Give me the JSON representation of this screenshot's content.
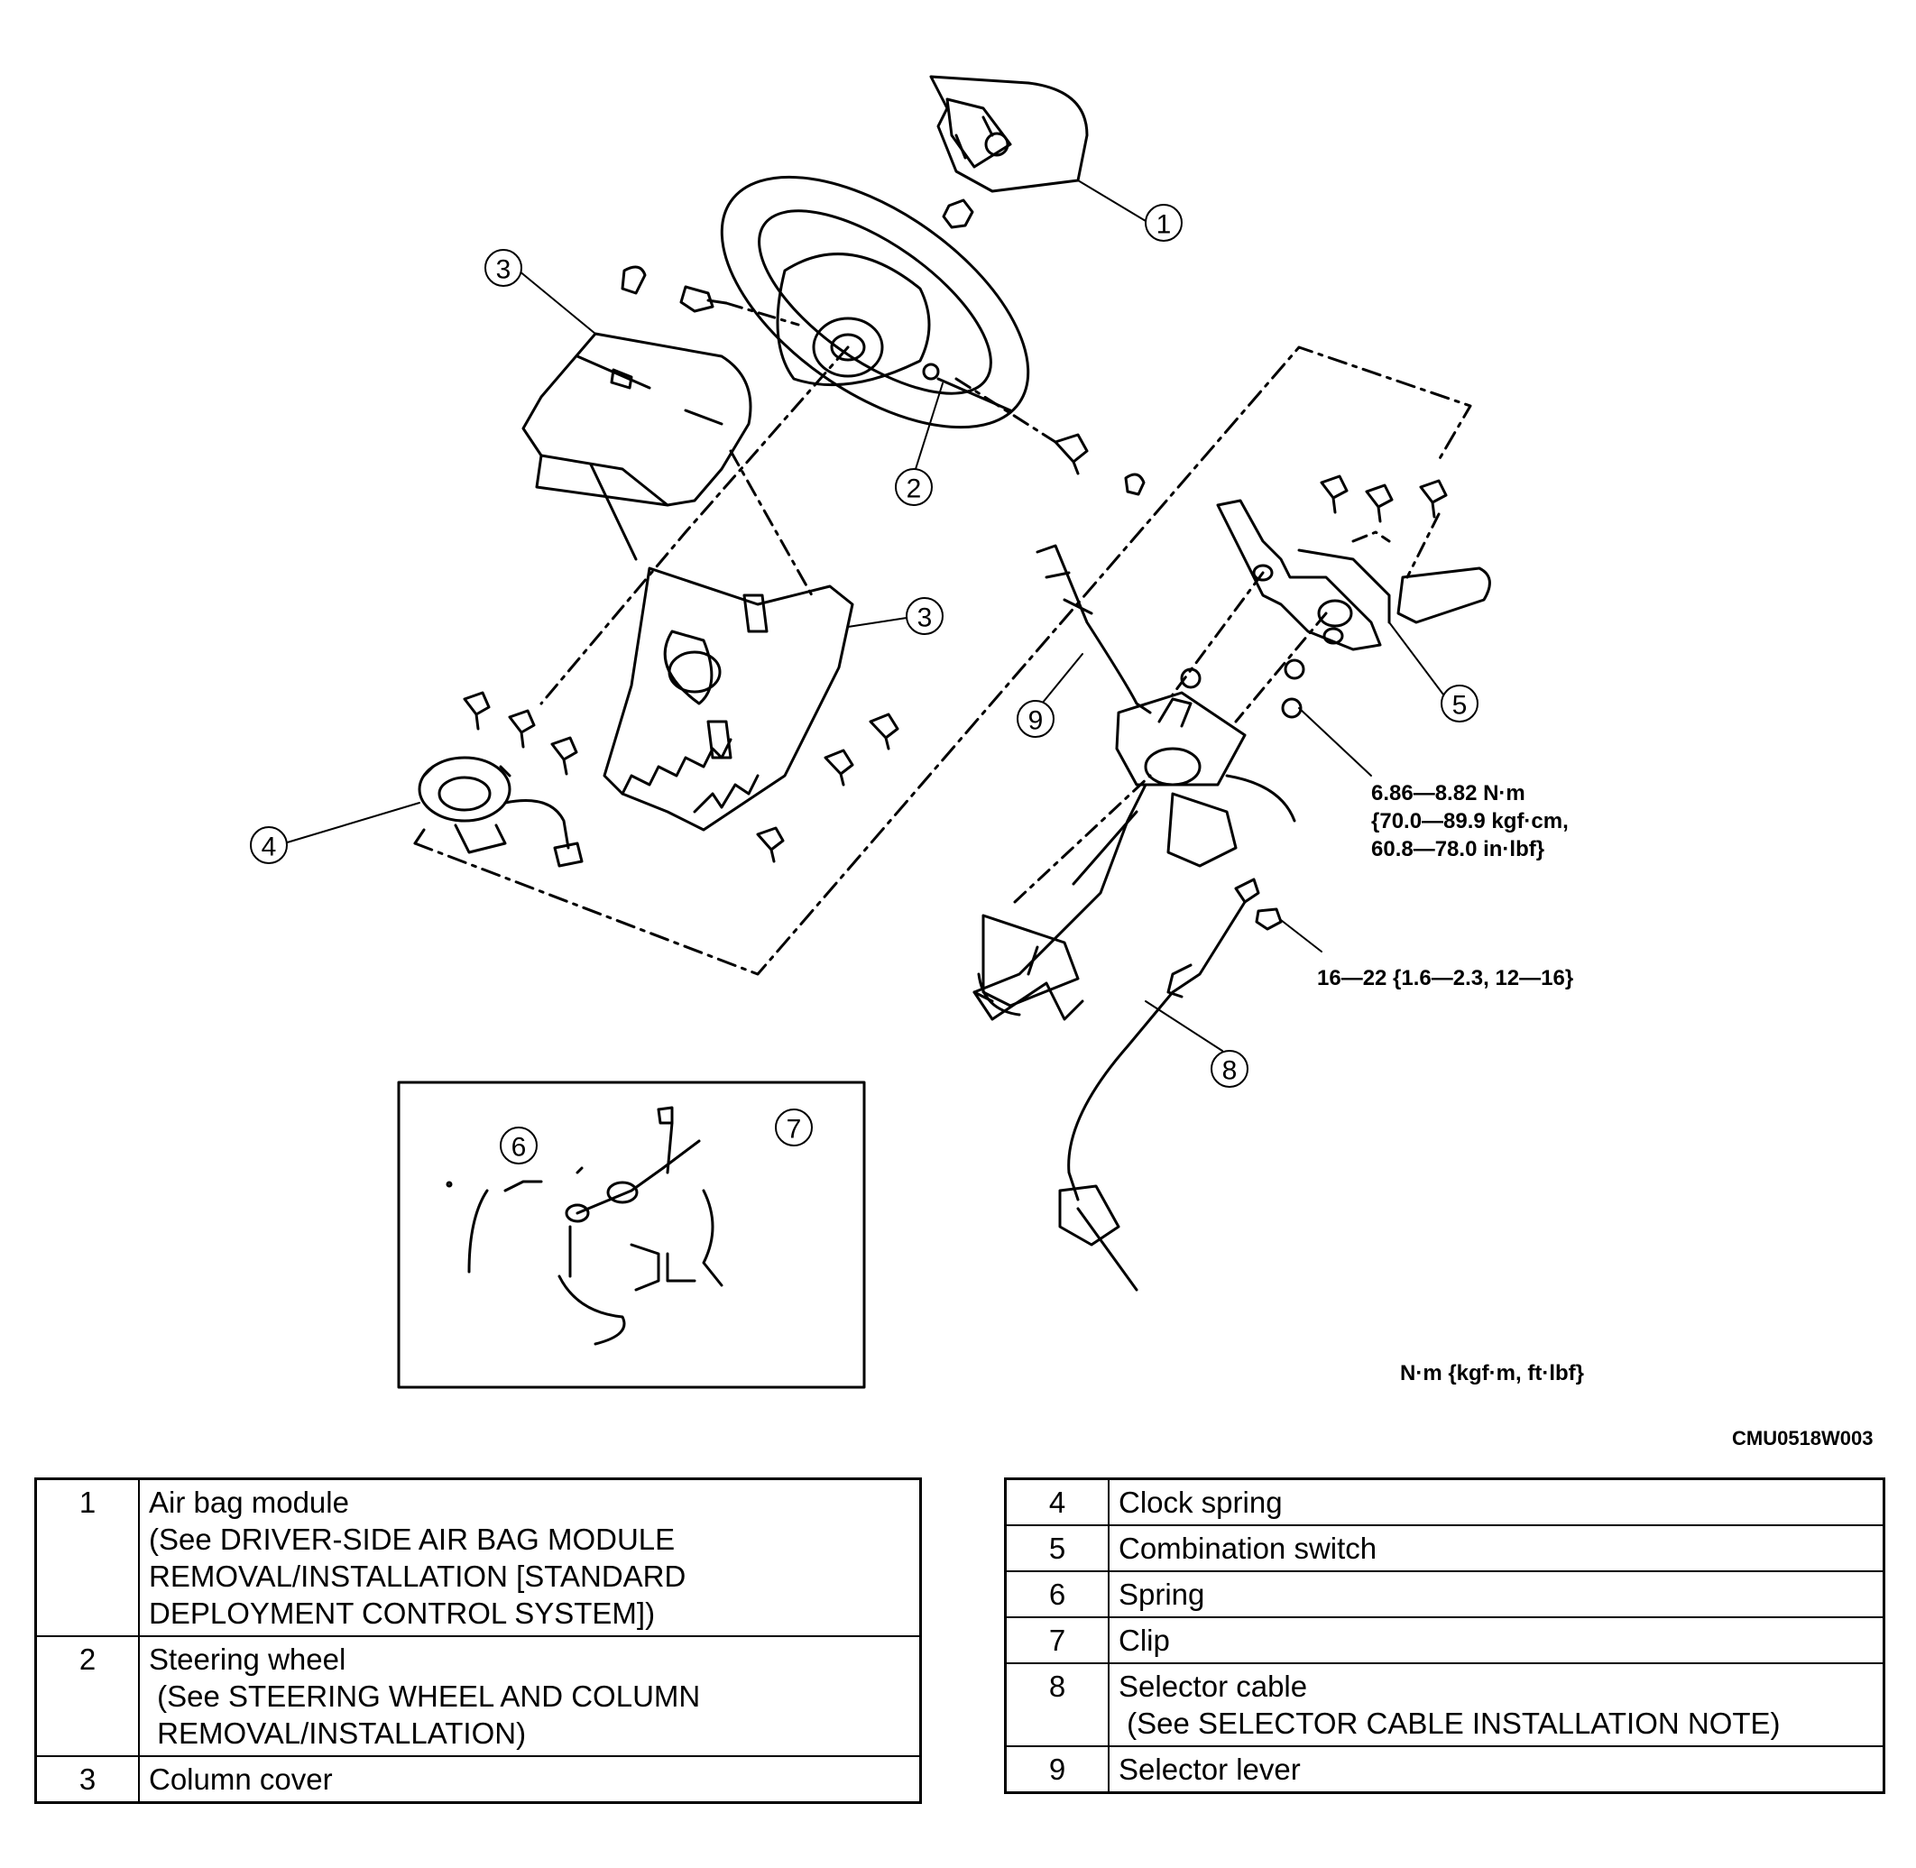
{
  "callouts": [
    "1",
    "2",
    "3",
    "3",
    "4",
    "5",
    "6",
    "7",
    "8",
    "9"
  ],
  "torque_specs": {
    "screws_line1": "6.86—8.82 N·m",
    "screws_line2": "{70.0—89.9 kgf·cm,",
    "screws_line3": "60.8—78.0 in·lbf}",
    "nut": "16—22 {1.6—2.3, 12—16}",
    "units": "N·m {kgf·m, ft·lbf}"
  },
  "document_code": "CMU0518W003",
  "parts_left": [
    {
      "num": "1",
      "name": "Air bag module",
      "note": [
        "(See DRIVER-SIDE AIR BAG MODULE",
        "REMOVAL/INSTALLATION [STANDARD",
        "DEPLOYMENT CONTROL SYSTEM])"
      ]
    },
    {
      "num": "2",
      "name": "Steering wheel",
      "note": [
        " (See STEERING WHEEL AND COLUMN",
        " REMOVAL/INSTALLATION)"
      ]
    },
    {
      "num": "3",
      "name": "Column cover",
      "note": []
    }
  ],
  "parts_right": [
    {
      "num": "4",
      "name": "Clock spring",
      "note": []
    },
    {
      "num": "5",
      "name": "Combination switch",
      "note": []
    },
    {
      "num": "6",
      "name": "Spring",
      "note": []
    },
    {
      "num": "7",
      "name": "Clip",
      "note": []
    },
    {
      "num": "8",
      "name": "Selector cable",
      "note": [
        " (See SELECTOR CABLE INSTALLATION NOTE)"
      ]
    },
    {
      "num": "9",
      "name": "Selector lever",
      "note": []
    }
  ]
}
